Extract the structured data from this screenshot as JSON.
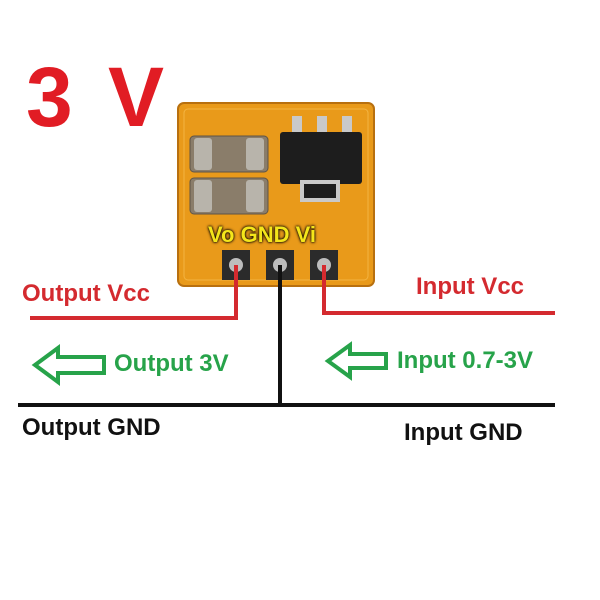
{
  "title": "3 V",
  "pcb": {
    "pin_labels": "Vo GND Vi"
  },
  "labels": {
    "output_vcc": "Output Vcc",
    "input_vcc": "Input Vcc",
    "output_voltage": "Output 3V",
    "input_voltage": "Input 0.7-3V",
    "output_gnd": "Output GND",
    "input_gnd": "Input GND"
  },
  "colors": {
    "title": "#e11c24",
    "vcc_wire": "#d42a2f",
    "arrow": "#27a34a",
    "gnd_wire": "#111111",
    "pcb": "#e99a1a",
    "pin_label": "#f5e61a"
  }
}
